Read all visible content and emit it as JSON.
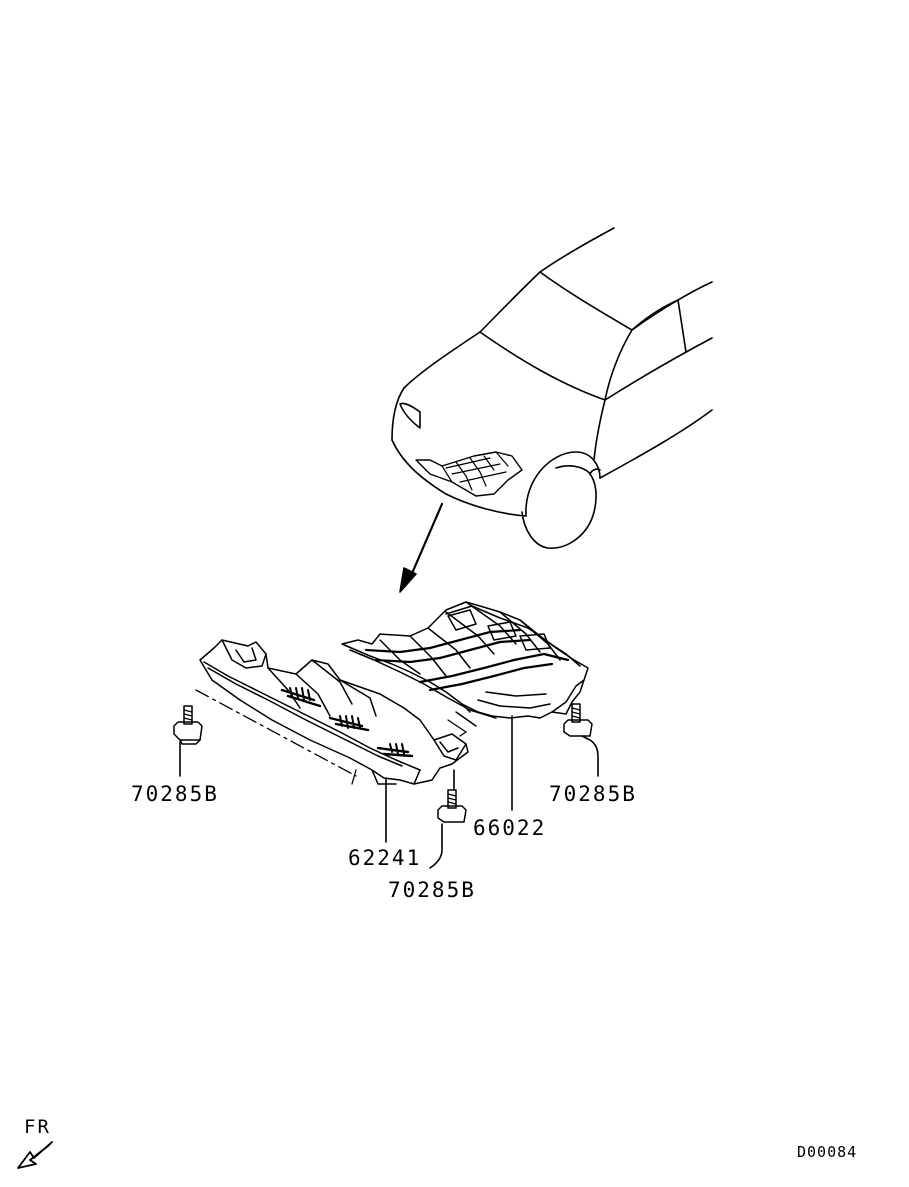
{
  "diagram": {
    "callouts": [
      {
        "id": "bolt-left",
        "part_number": "70285B"
      },
      {
        "id": "bolt-right",
        "part_number": "70285B"
      },
      {
        "id": "front-skid-plate",
        "part_number": "62241"
      },
      {
        "id": "rear-skid-plate",
        "part_number": "66022"
      },
      {
        "id": "bolt-center",
        "part_number": "70285B"
      }
    ],
    "direction_label": "FR",
    "diagram_code": "D00084",
    "ink_color": "#000000"
  }
}
